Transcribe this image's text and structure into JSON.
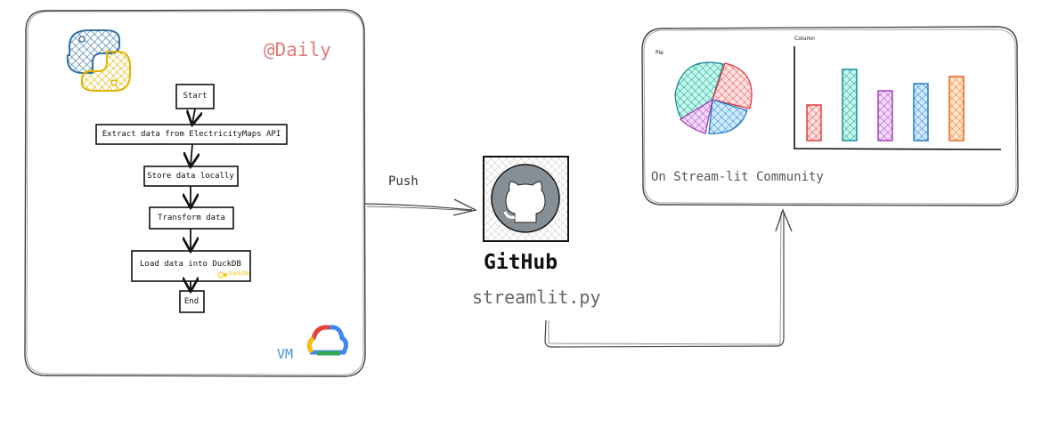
{
  "pipeline": {
    "schedule_label": "@Daily",
    "vm_label": "VM",
    "duckdb_badge": "DuckDB",
    "steps": [
      "Start",
      "Extract data from ElectricityMaps API",
      "Store data locally",
      "Transform data",
      "Load data into DuckDB",
      "End"
    ]
  },
  "push_label": "Push",
  "github": {
    "title": "GitHub",
    "file": "streamlit.py"
  },
  "dashboard": {
    "caption": "On Stream-lit Community",
    "pie_label": "Pie",
    "column_label": "Column"
  },
  "colors": {
    "python_blue": "#3572a5",
    "python_yellow": "#f4c81f",
    "daily_red": "#e07a7a",
    "vm_blue": "#4a90d9",
    "duckdb_yellow": "#f5c400",
    "github_gray": "#868e96",
    "bar_red": "#e03131",
    "bar_teal": "#0c8599",
    "bar_purple": "#9c36b5",
    "bar_blue": "#1971c2",
    "bar_orange": "#e8590c"
  }
}
